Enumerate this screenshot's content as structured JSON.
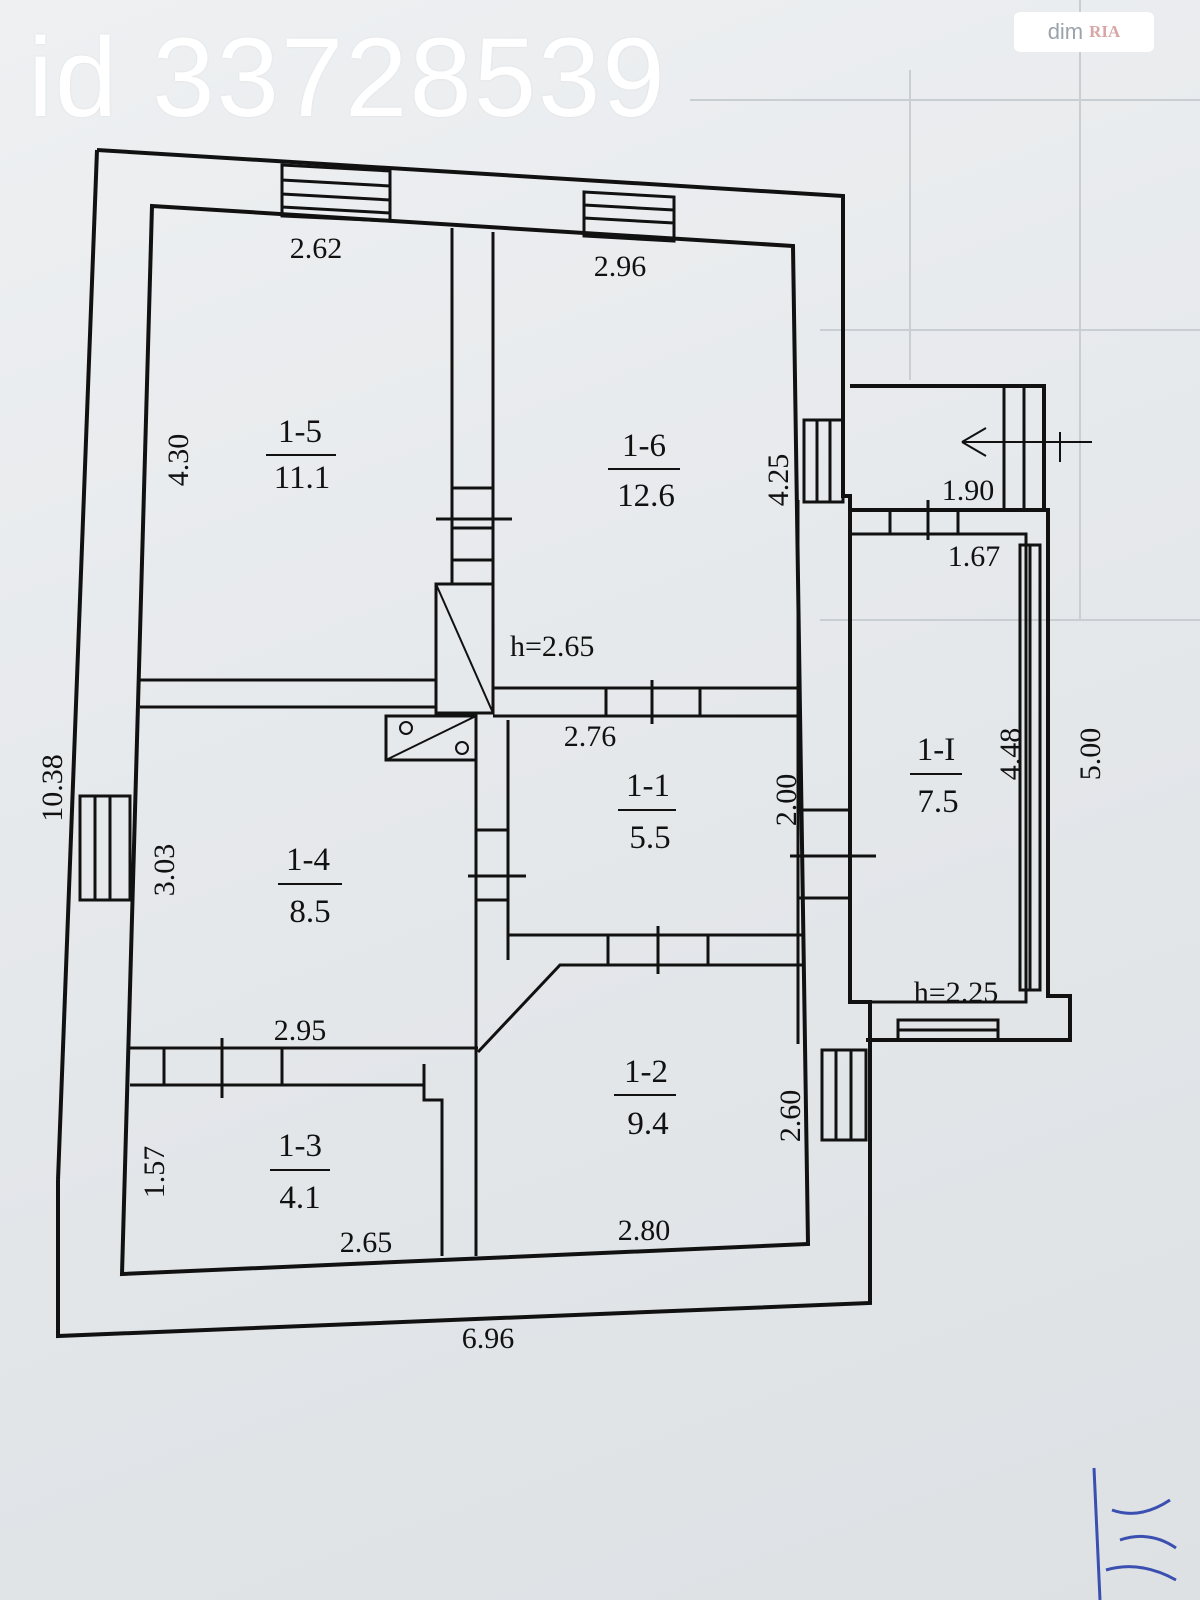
{
  "watermark": {
    "id_text": "id 33728539"
  },
  "logo": {
    "brand": "dim",
    "sub": "RIA"
  },
  "rooms": [
    {
      "code": "1-5",
      "area": "11.1"
    },
    {
      "code": "1-6",
      "area": "12.6"
    },
    {
      "code": "1-1",
      "area": "5.5"
    },
    {
      "code": "1-4",
      "area": "8.5"
    },
    {
      "code": "1-2",
      "area": "9.4"
    },
    {
      "code": "1-3",
      "area": "4.1"
    },
    {
      "code": "1-I",
      "area": "7.5"
    }
  ],
  "dimensions": {
    "top_left": "2.62",
    "top_right": "2.96",
    "left_upper": "4.30",
    "right_upper": "4.25",
    "ceiling_main": "h=2.65",
    "mid_h": "2.76",
    "mid_v": "2.00",
    "left_mid": "3.03",
    "overall_left": "10.38",
    "mid_low": "2.95",
    "bath_v": "1.57",
    "bath_h": "2.65",
    "bottom_right": "2.80",
    "right_lower": "2.60",
    "overall_bottom": "6.96",
    "porch_top": "1.90",
    "porch_inner": "1.67",
    "porch_inner_v": "4.48",
    "porch_outer_v": "5.00",
    "ceiling_porch": "h=2.25"
  }
}
